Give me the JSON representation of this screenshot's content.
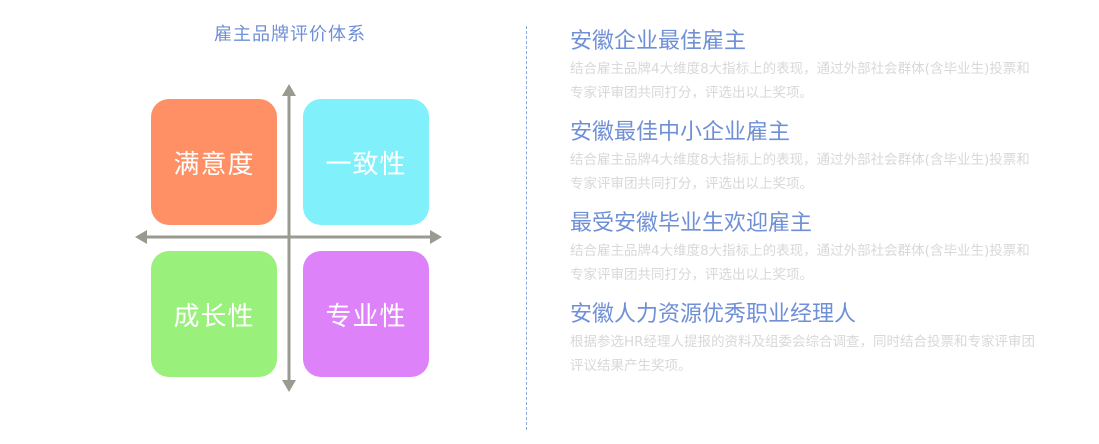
{
  "diagram": {
    "title": "雇主品牌评价体系",
    "quadrants": [
      {
        "label": "满意度",
        "color": "#ff9066"
      },
      {
        "label": "一致性",
        "color": "#80f0fb"
      },
      {
        "label": "成长性",
        "color": "#99f07a"
      },
      {
        "label": "专业性",
        "color": "#de82fa"
      }
    ],
    "axis_color": "#9a9a90"
  },
  "awards": [
    {
      "title": "安徽企业最佳雇主",
      "description": "结合雇主品牌4大维度8大指标上的表现，通过外部社会群体(含毕业生)投票和专家评审团共同打分，评选出以上奖项。"
    },
    {
      "title": "安徽最佳中小企业雇主",
      "description": "结合雇主品牌4大维度8大指标上的表现，通过外部社会群体(含毕业生)投票和专家评审团共同打分，评选出以上奖项。"
    },
    {
      "title": "最受安徽毕业生欢迎雇主",
      "description": "结合雇主品牌4大维度8大指标上的表现，通过外部社会群体(含毕业生)投票和专家评审团共同打分，评选出以上奖项。"
    },
    {
      "title": "安徽人力资源优秀职业经理人",
      "description": "根据参选HR经理人提报的资料及组委会综合调查，同时结合投票和专家评审团评议结果产生奖项。"
    }
  ],
  "colors": {
    "accent_blue": "#6f8fd6",
    "muted_text": "#d8d8d8",
    "divider": "#8aa6e0"
  }
}
